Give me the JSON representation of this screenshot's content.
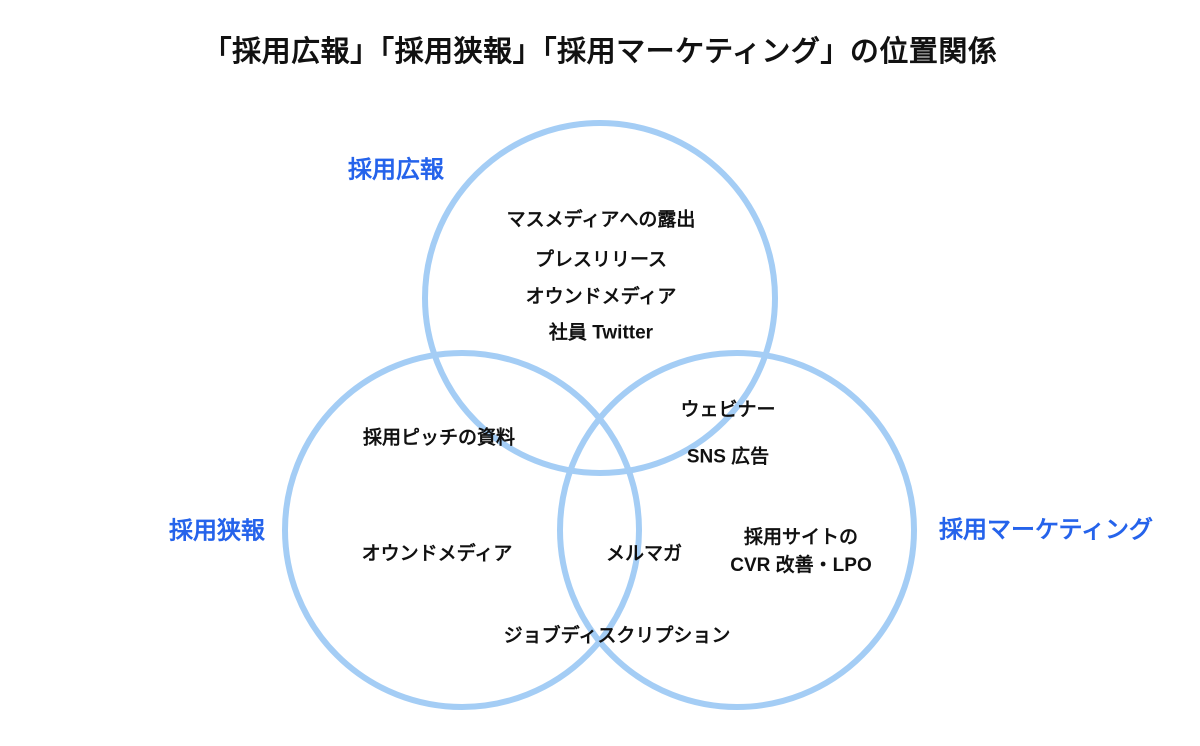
{
  "title": "「採用広報」「採用狭報」「採用マーケティング」の位置関係",
  "colors": {
    "background": "#FFFFFF",
    "circle_stroke": "#A4CDF5",
    "set_label_text": "#2563EB",
    "body_text": "#111111"
  },
  "venn": {
    "sets": [
      {
        "label": "採用広報",
        "position": "top"
      },
      {
        "label": "採用狭報",
        "position": "bottom-left"
      },
      {
        "label": "採用マーケティング",
        "position": "bottom-right"
      }
    ],
    "regions": {
      "top_only": [
        "マスメディアへの露出",
        "プレスリリース",
        "オウンドメディア",
        "社員 Twitter"
      ],
      "top_left_overlap": [
        "採用ピッチの資料"
      ],
      "top_right_overlap": [
        "ウェビナー",
        "SNS 広告"
      ],
      "left_only": [
        "オウンドメディア"
      ],
      "left_right_overlap_center": [
        "メルマガ"
      ],
      "right_only": {
        "line1": "採用サイトの",
        "line2": "CVR 改善・LPO"
      },
      "left_right_overlap_bottom": [
        "ジョブディスクリプション"
      ]
    }
  }
}
